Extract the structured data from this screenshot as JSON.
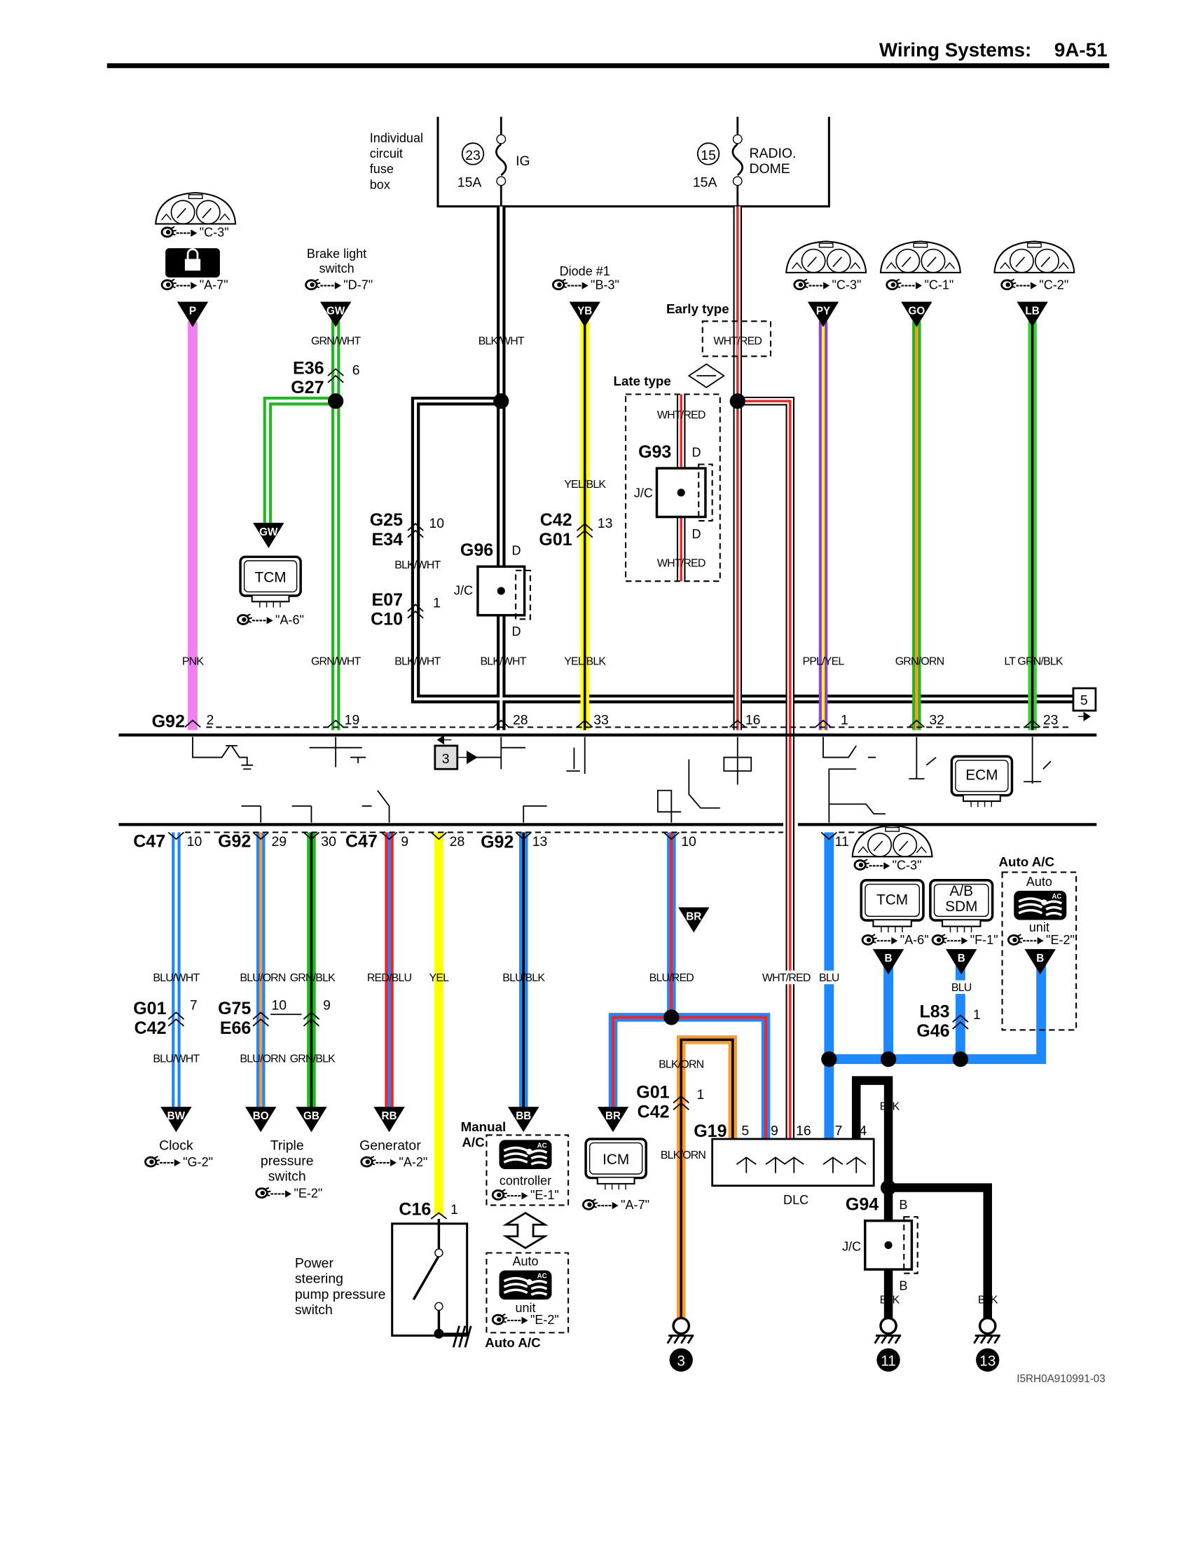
{
  "header": {
    "title": "Wiring Systems:",
    "page": "9A-51"
  },
  "fuse_box": {
    "label_lines": [
      "Individual",
      "circuit",
      "fuse",
      "box"
    ],
    "fuses": [
      {
        "number": "23",
        "rating": "15A",
        "name_lines": [
          "IG"
        ]
      },
      {
        "number": "15",
        "rating": "15A",
        "name_lines": [
          "RADIO.",
          "DOME"
        ]
      }
    ]
  },
  "colors": {
    "PNK": "#f080f0",
    "GRN": "#22b822",
    "LTGRN": "#30d830",
    "YEL": "#ffff00",
    "BLU": "#1e88ff",
    "RED": "#ff2020",
    "ORN": "#ff9a30",
    "PPL": "#9040e0",
    "WHT": "#ffffff",
    "BLK": "#000000"
  },
  "upper": {
    "brake_switch_lines": [
      "Brake light",
      "switch"
    ],
    "diode": "Diode #1",
    "early_type": "Early type",
    "late_type": "Late type",
    "wire_top": {
      "grn_wht": "GRN/WHT",
      "blk_wht": "BLK/WHT",
      "wht_red_early": "WHT/RED",
      "wht_red_late_top": "WHT/RED",
      "yel_blk": "YEL/BLK",
      "wht_red_late_bottom": "WHT/RED",
      "blk_wht_mid": "BLK/WHT"
    },
    "wire_bottom": [
      "PNK",
      "GRN/WHT",
      "BLK/WHT",
      "BLK/WHT",
      "YEL/BLK",
      "PPL/YEL",
      "GRN/ORN",
      "LT GRN/BLK"
    ],
    "conn_e36": {
      "codes": [
        "E36",
        "G27"
      ],
      "pin": "6"
    },
    "conn_g25": {
      "codes": [
        "G25",
        "E34"
      ],
      "pin": "10"
    },
    "conn_e07": {
      "codes": [
        "E07",
        "C10"
      ],
      "pin": "1"
    },
    "conn_c42": {
      "codes": [
        "C42",
        "G01"
      ],
      "pin": "13"
    },
    "jc_g96": {
      "code": "G96",
      "label": "J/C",
      "pin_top": "D",
      "pin_bottom": "D"
    },
    "jc_g93": {
      "code": "G93",
      "label": "J/C",
      "pin_top": "D",
      "pin_bottom": "D"
    },
    "tcm": "TCM",
    "g92": {
      "code": "G92",
      "pins": [
        "2",
        "19",
        "28",
        "33",
        "16",
        "1",
        "32",
        "23"
      ]
    },
    "box_5": "5",
    "box_3": "3",
    "ecm": "ECM"
  },
  "lower": {
    "conn_row": {
      "c47a": "C47",
      "pin_10": "10",
      "g92a": "G92",
      "pin_29": "29",
      "pin_30": "30",
      "c47b": "C47",
      "pin_9": "9",
      "pin_28": "28",
      "g92b": "G92",
      "pin_13": "13",
      "pin_10b": "10",
      "pin_11": "11"
    },
    "wire_labels": [
      "BLU/WHT",
      "BLU/ORN",
      "GRN/BLK",
      "RED/BLU",
      "YEL",
      "BLU/BLK",
      "BLU/RED",
      "WHT/RED",
      "BLU",
      "BLU"
    ],
    "wire_labels_2": [
      "BLU/WHT",
      "BLU/ORN",
      "GRN/BLK"
    ],
    "conn_g01": {
      "codes": [
        "G01",
        "C42"
      ],
      "pin": "7"
    },
    "conn_g75": {
      "codes": [
        "G75",
        "E66"
      ],
      "pin_a": "10",
      "pin_b": "9"
    },
    "conn_l83": {
      "codes": [
        "L83",
        "G46"
      ],
      "pin": "1"
    },
    "conn_g01b": {
      "codes": [
        "G01",
        "C42"
      ],
      "pin": "1"
    },
    "clock": "Clock",
    "triple_lines": [
      "Triple",
      "pressure",
      "switch"
    ],
    "generator": "Generator",
    "manual_ac_lines": [
      "Manual",
      "A/C"
    ],
    "controller": "controller",
    "auto_top": "Auto",
    "auto_unit": "unit",
    "auto_ac": "Auto A/C",
    "c16": {
      "code": "C16",
      "pin": "1"
    },
    "ps_lines": [
      "Power",
      "steering",
      "pump pressure",
      "switch"
    ],
    "icm": "ICM",
    "blk_orn_top": "BLK/ORN",
    "blk_orn_bottom": "BLK/ORN",
    "g19": {
      "code": "G19",
      "pins": [
        "5",
        "9",
        "16",
        "7",
        "4"
      ]
    },
    "dlc": "DLC",
    "tcm": "TCM",
    "ab_sdm_lines": [
      "A/B",
      "SDM"
    ],
    "auto_ac_right": "Auto A/C",
    "auto_right_top": "Auto",
    "auto_right_unit": "unit",
    "blk_labels": [
      "BLK",
      "BLK",
      "BLK"
    ],
    "g94": {
      "code": "G94",
      "label": "J/C",
      "pin_top": "B",
      "pin_bottom": "B"
    },
    "grounds": [
      "3",
      "11",
      "13"
    ]
  },
  "connector_tags": [
    "P",
    "GW",
    "YB",
    "PY",
    "GO",
    "LB",
    "GW",
    "BR",
    "B",
    "B",
    "B",
    "BW",
    "BO",
    "GB",
    "RB",
    "BB",
    "BR"
  ],
  "refs": [
    "\"C-3\"",
    "\"A-7\"",
    "\"D-7\"",
    "\"B-3\"",
    "\"C-3\"",
    "\"C-1\"",
    "\"C-2\"",
    "\"A-6\"",
    "\"C-3\"",
    "\"A-6\"",
    "\"F-1\"",
    "\"E-2\"",
    "\"G-2\"",
    "\"E-2\"",
    "\"A-2\"",
    "\"E-1\"",
    "\"E-2\"",
    "\"A-7\""
  ],
  "part_id": "I5RH0A910991-03"
}
